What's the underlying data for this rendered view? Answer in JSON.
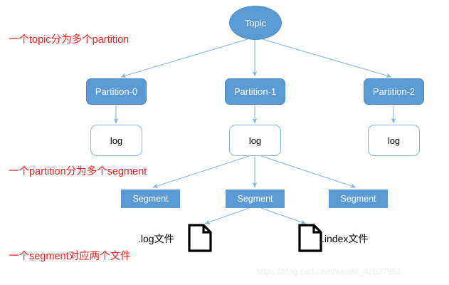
{
  "diagram": {
    "title_node": {
      "label": "Topic",
      "shape": "ellipse",
      "fill": "#5b9bd5"
    },
    "partitions": [
      {
        "label": "Partition-0"
      },
      {
        "label": "Partition-1"
      },
      {
        "label": "Partition-2"
      }
    ],
    "logs": [
      {
        "label": "log"
      },
      {
        "label": "log"
      },
      {
        "label": "log"
      }
    ],
    "segments": [
      {
        "label": "Segment"
      },
      {
        "label": "Segment"
      },
      {
        "label": "Segment"
      }
    ],
    "files": [
      {
        "label": ".log文件",
        "icon": "document-icon"
      },
      {
        "label": ".index文件",
        "icon": "document-icon"
      }
    ],
    "annotations": [
      {
        "text": "一个topic分为多个partition",
        "color": "#ff1a1a"
      },
      {
        "text": "一个partition分为多个segment",
        "color": "#ff1a1a"
      },
      {
        "text": "一个segment对应两个文件",
        "color": "#ff1a1a"
      }
    ],
    "watermark": "https://blog.csdn.net/weixin_42837961",
    "colors": {
      "node_fill": "#5b9bd5",
      "node_border": "#4a8ac4",
      "edge": "#8ab6e0",
      "log_border": "#8ab6e0",
      "annotation": "#ff1a1a",
      "file_outline": "#000000",
      "background": "#ffffff"
    }
  }
}
